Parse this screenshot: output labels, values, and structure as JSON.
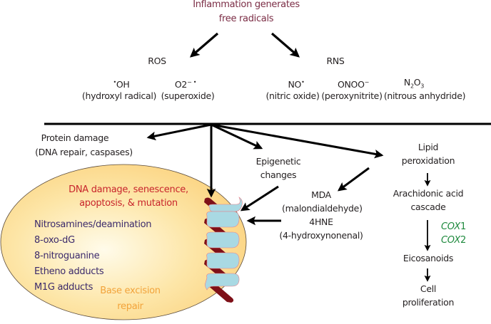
{
  "title": {
    "line1": "Inflammation generates",
    "line2": "free radicals"
  },
  "ros": {
    "heading": "ROS",
    "species": [
      {
        "formula_dot": "•",
        "formula": "OH",
        "name": "(hydroxyl radical)"
      },
      {
        "formula": "O2",
        "charge": "−",
        "radical": "•",
        "name": "(superoxide)"
      }
    ]
  },
  "rns": {
    "heading": "RNS",
    "species": [
      {
        "formula": "NO",
        "radical": "•",
        "name": "(nitric oxide)"
      },
      {
        "formula": "ONOO",
        "charge": "−",
        "name": "(peroxynitrite)"
      },
      {
        "formula_n": "N",
        "sub_n": "2",
        "formula_o": "O",
        "sub_o": "3",
        "name": "(nitrous anhydride)"
      }
    ]
  },
  "protein_damage": {
    "line1": "Protein damage",
    "line2": "(DNA repair, caspases)"
  },
  "epigenetic": {
    "line1": "Epigenetic",
    "line2": "changes"
  },
  "lipid": {
    "line1": "Lipid",
    "line2": "peroxidation"
  },
  "aldehydes": {
    "mda": "MDA",
    "mda_full": "(malondialdehyde)",
    "hne": "4HNE",
    "hne_full": "(4-hydroxynonenal)"
  },
  "cascade": {
    "arachidonic_line1": "Arachidonic acid",
    "arachidonic_line2": "cascade",
    "enzymes": [
      {
        "gene": "COX",
        "num": "1"
      },
      {
        "gene": "COX",
        "num": "2"
      }
    ],
    "eicosanoids": "Eicosanoids",
    "cell_line1": "Cell",
    "cell_line2": "proliferation"
  },
  "cell": {
    "outcome_line1": "DNA damage, senescence,",
    "outcome_line2": "apoptosis, & mutation",
    "lesions": [
      "Nitrosamines/deamination",
      "8-oxo-dG",
      "8-nitroguanine",
      "Etheno adducts",
      "M1G adducts"
    ],
    "repair_line1": "Base excision",
    "repair_line2": "repair"
  },
  "colors": {
    "title": "#7b2d45",
    "outcome": "#c8252c",
    "lesions": "#3b2a6b",
    "repair": "#f2a33a",
    "enzymes": "#1f8a3e",
    "cell_fill": "#fcd88a",
    "cell_center": "#fffbe8",
    "helix_dark": "#7e1018",
    "helix_light": "#a9d9e3"
  }
}
